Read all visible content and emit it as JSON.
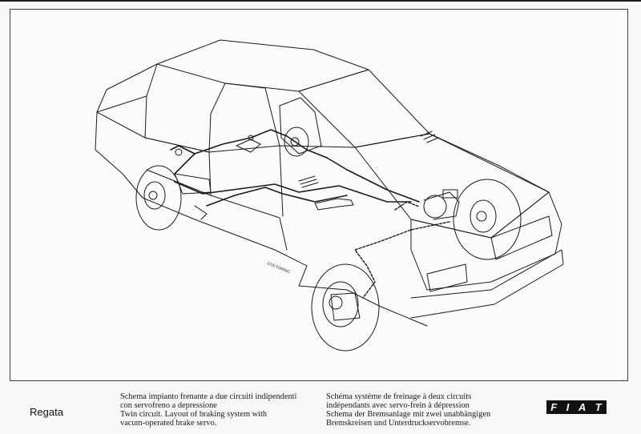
{
  "model_name": "Regata",
  "caption_left": [
    "Schema impianto frenante a due circuiti indipendenti",
    "con servofreno a depressione",
    "Twin circuit. Layout of braking system with",
    "vacum-operated brake servo."
  ],
  "caption_right": [
    "Schéma système de freinage à deux circuits",
    "indépendants avec servo-frein à dépression",
    "Schema der Bremsanlage mit zwei unabhängigen",
    "Bremskreisen und Unterdruckservobremse."
  ],
  "logo_letters": [
    "F",
    "I",
    "A",
    "T"
  ],
  "drawing_mark": "GTA TORINO",
  "colors": {
    "ink": "#1a1a1a",
    "paper": "#f7f7f5",
    "logo_bg": "#111111"
  }
}
